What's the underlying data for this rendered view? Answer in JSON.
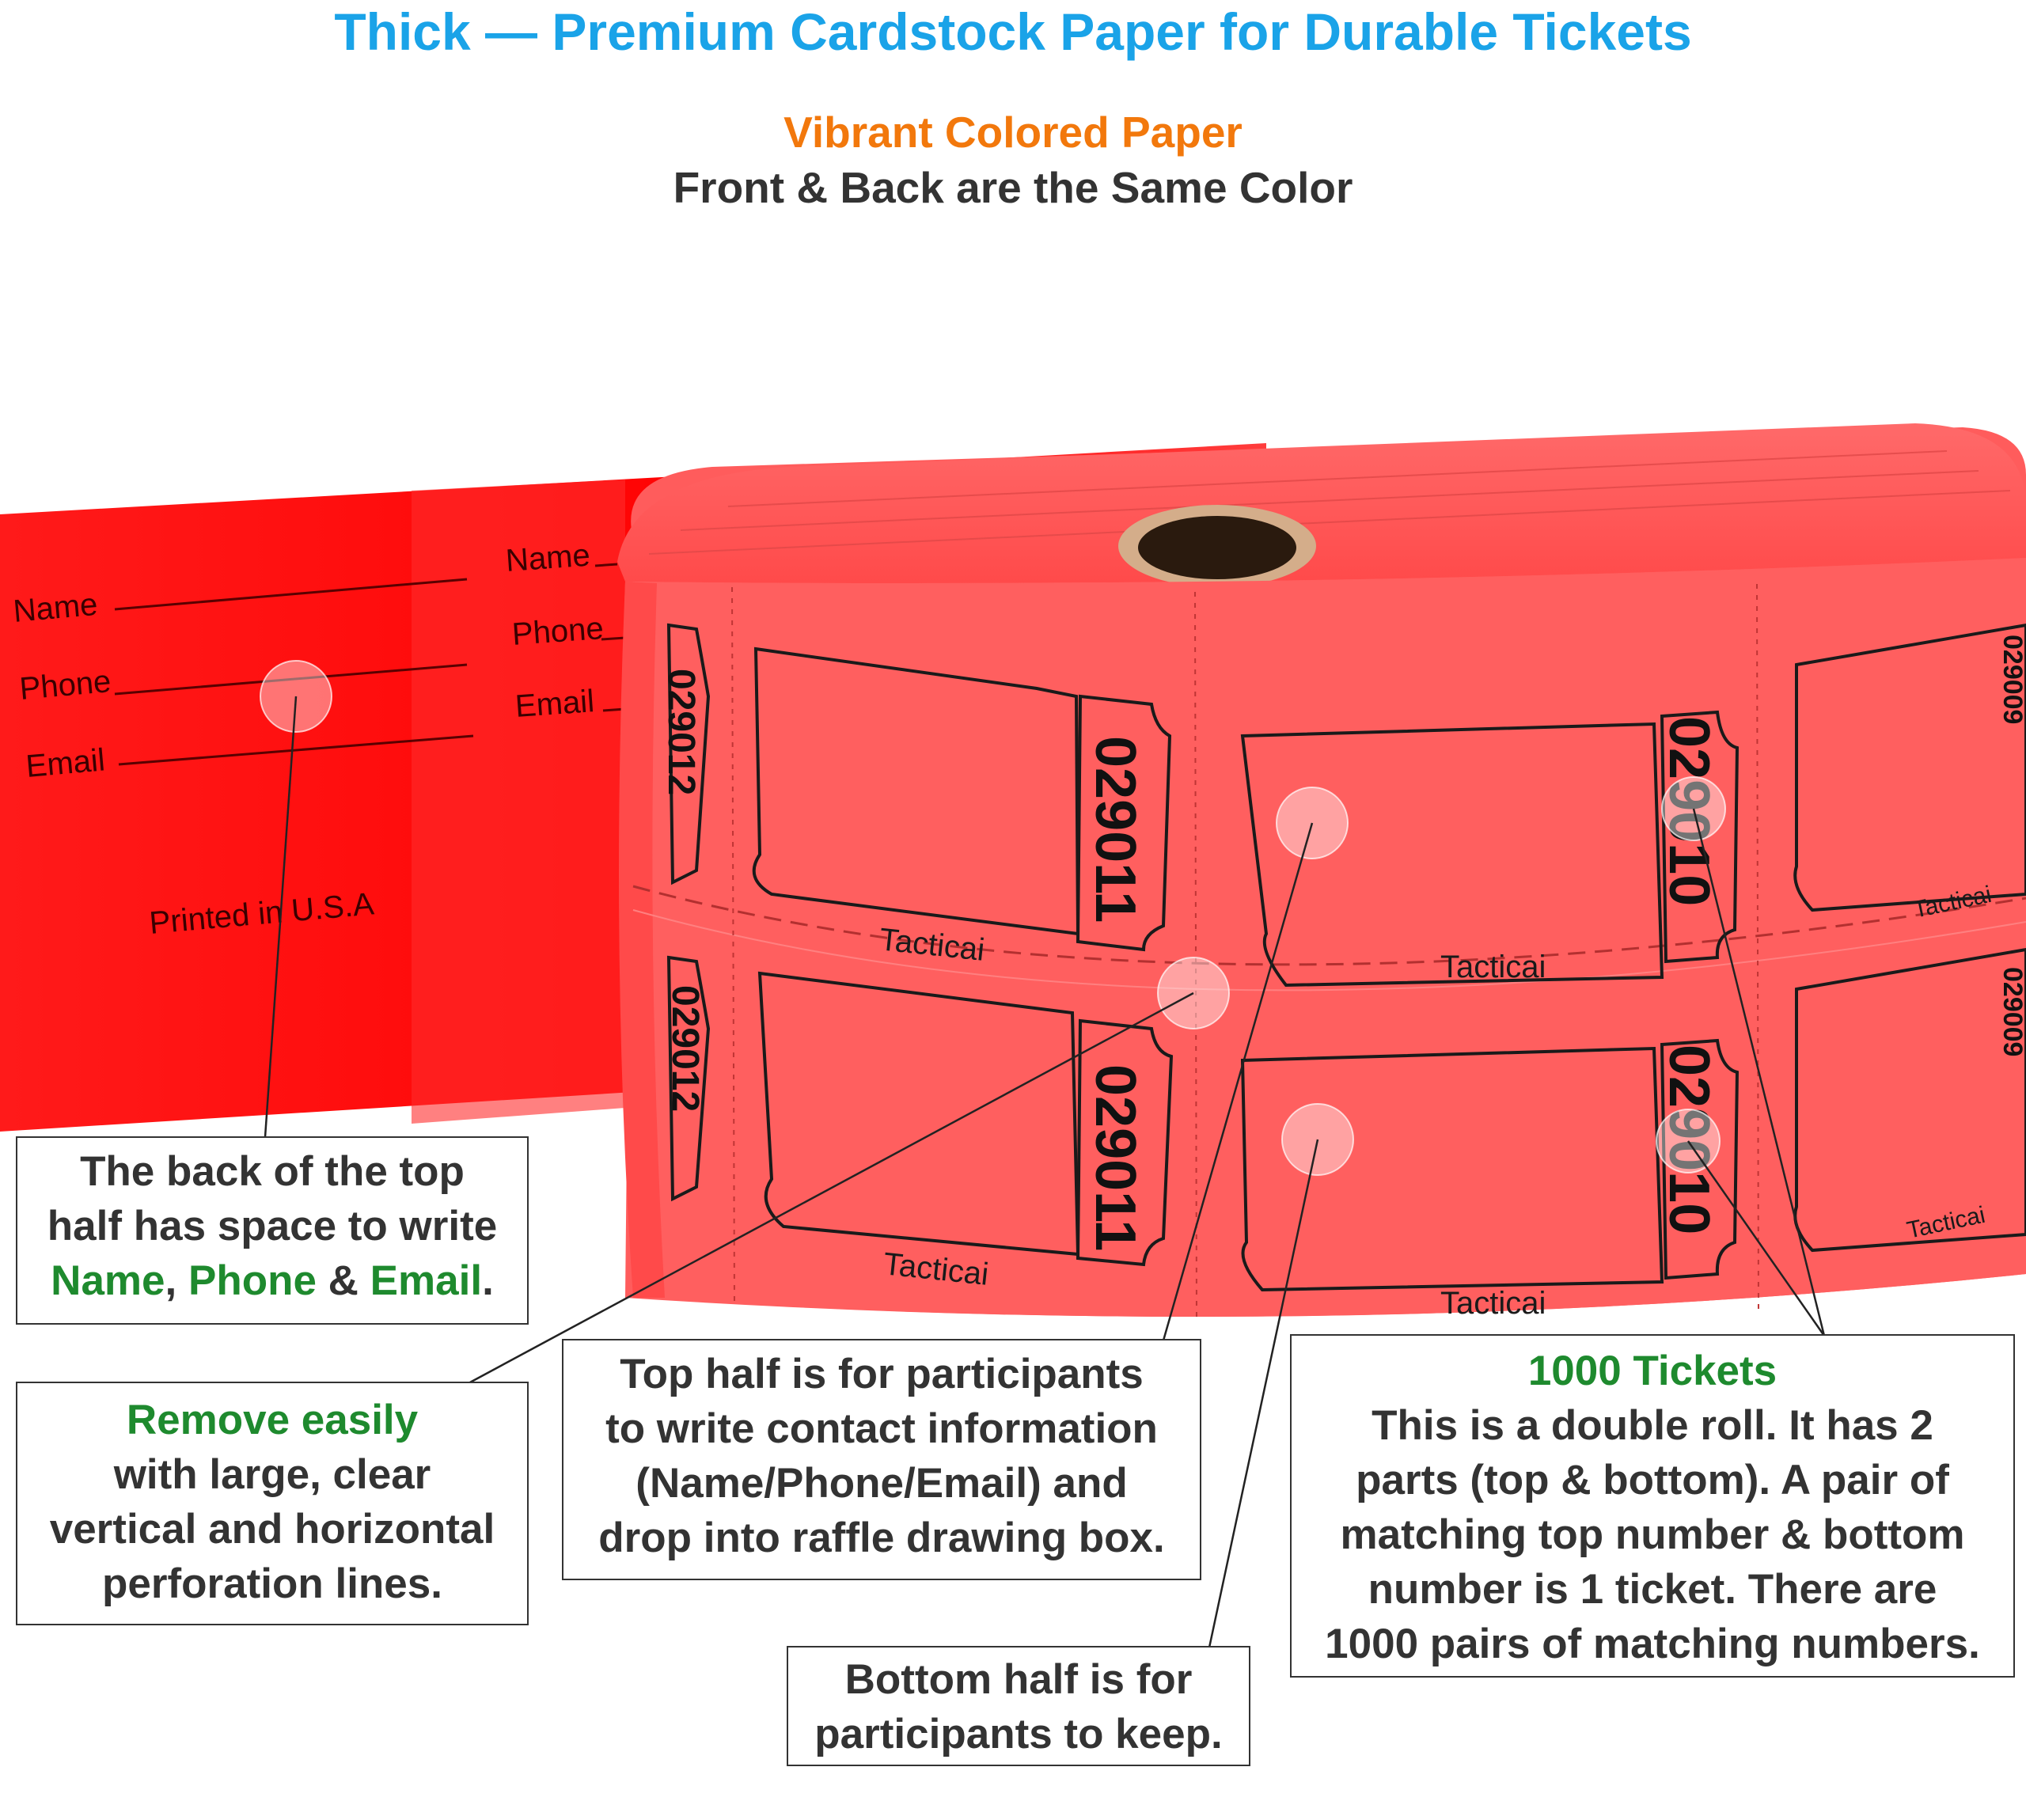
{
  "header": {
    "title": "Thick — Premium Cardstock Paper for Durable Tickets",
    "subtitle_accent": "Vibrant Colored Paper",
    "subtitle": "Front & Back are the Same Color"
  },
  "strip": {
    "name_label": "Name",
    "phone_label": "Phone",
    "email_label": "Email",
    "printed": "Printed in U.S.A",
    "name_label_2": "Name",
    "phone_label_2": "Phone",
    "email_label_2": "Email"
  },
  "roll": {
    "brand": "Tacticai",
    "number_left": "029012",
    "number_mid": "029011",
    "number_right": "029010",
    "number_far": "029009"
  },
  "callouts": {
    "back": {
      "line1": "The back of the top",
      "line2": "half has space to write",
      "name": "Name",
      "comma": ", ",
      "phone": "Phone",
      "amp": " & ",
      "email": "Email",
      "period": "."
    },
    "remove": {
      "heading": "Remove easily",
      "line1": "with large, clear",
      "line2": "vertical and horizontal",
      "line3": "perforation lines."
    },
    "top": {
      "line1": "Top half is for participants",
      "line2": "to write contact information",
      "line3": "(Name/Phone/Email) and",
      "line4": "drop into raffle drawing box."
    },
    "bottom": {
      "line1": "Bottom half is for",
      "line2": "participants to keep."
    },
    "tickets": {
      "heading": "1000 Tickets",
      "line1": "This is a double roll. It has 2",
      "line2": "parts (top & bottom). A pair of",
      "line3": "matching top number & bottom",
      "line4": "number is 1 ticket. There are",
      "line5": "1000 pairs of matching numbers."
    }
  },
  "colors": {
    "title_blue": "#1aa3e8",
    "accent_orange": "#f2780c",
    "green": "#1e8a2e",
    "strip_red": "#ff0000",
    "roll_face": "#ff5f5f"
  }
}
